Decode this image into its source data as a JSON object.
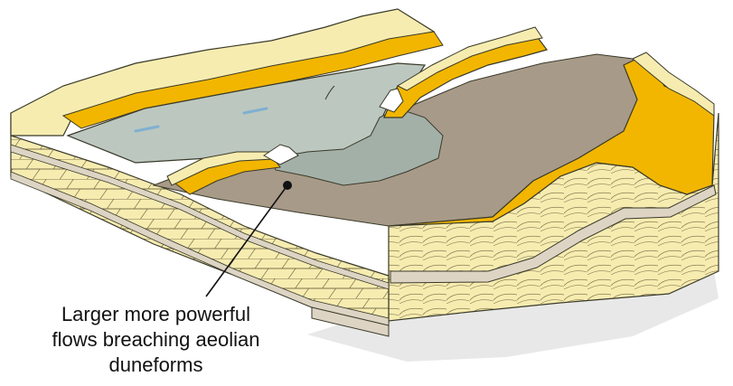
{
  "annotation": {
    "line1": "Larger more powerful",
    "line2": "flows breaching aeolian",
    "line3": "duneforms"
  },
  "colors": {
    "sand_face": "#f7ecb0",
    "dune_crest": "#f2b600",
    "dune_crest_dark": "#d99b00",
    "water": "#bcc7bf",
    "flow_deposit": "#a3b0a8",
    "interdune_floor": "#a89a88",
    "mud_layer": "#ddd4c4",
    "shadow": "#e6e6e6",
    "outline": "#3a3a2a"
  }
}
